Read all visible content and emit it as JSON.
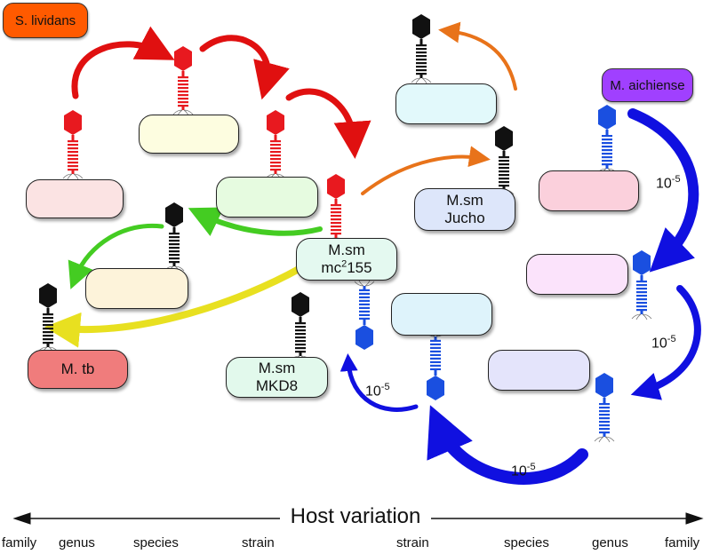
{
  "hosts": {
    "s_lividans": "S. lividans",
    "m_aichiense": "M. aichiense",
    "m_tb": "M. tb",
    "jucho_line1": "M.sm",
    "jucho_line2": "Jucho",
    "mc2155_line1": "M.sm",
    "mc2155_prefix": "mc",
    "mc2155_sup": "2",
    "mc2155_suffix": "155",
    "mkd8_line1": "M.sm",
    "mkd8_line2": "MKD8"
  },
  "frequencies": {
    "f1_base": "10",
    "f1_exp": "-5",
    "f2_base": "10",
    "f2_exp": "-5",
    "f3_base": "10",
    "f3_exp": "-5",
    "f4_base": "10",
    "f4_exp": "-5"
  },
  "axis": {
    "title": "Host variation",
    "ticks": [
      "family",
      "genus",
      "species",
      "strain",
      "strain",
      "species",
      "genus",
      "family"
    ]
  },
  "colors": {
    "red_phage": "#e8191f",
    "black_phage": "#111111",
    "blue_phage": "#1a4fe0",
    "red_arrow": "#e01010",
    "orange_arrow": "#e8731a",
    "green_arrow": "#44cc22",
    "yellow_arrow": "#e8e020",
    "blue_arrow": "#1010e0",
    "s_lividans_fill": "#ff5a00",
    "m_aichiense_fill": "#a040ff",
    "m_tb_fill": "#f07c7c"
  }
}
